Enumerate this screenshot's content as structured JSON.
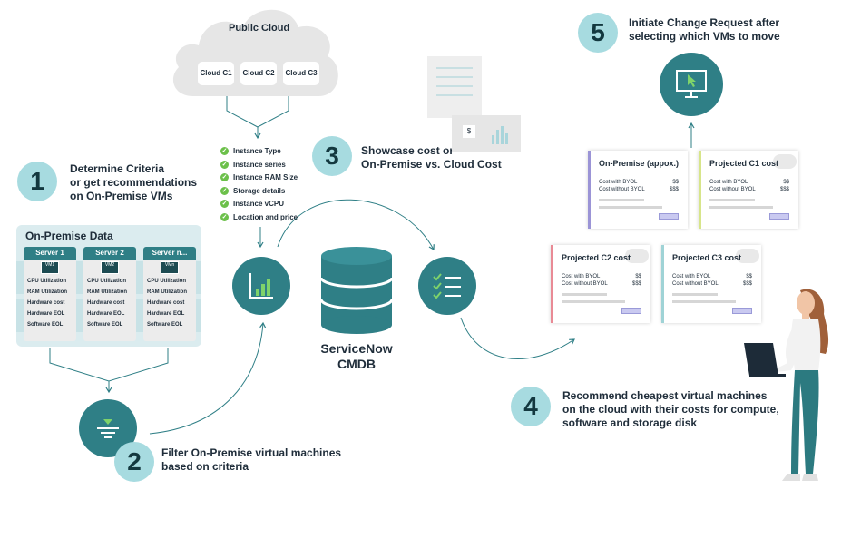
{
  "public_cloud": {
    "title": "Public Cloud",
    "clouds": [
      "Cloud C1",
      "Cloud C2",
      "Cloud C3"
    ]
  },
  "criteria_list": [
    "Instance Type",
    "Instance series",
    "Instance RAM Size",
    "Storage details",
    "Instance vCPU",
    "Location and price"
  ],
  "steps": [
    {
      "number": "1",
      "text_lines": [
        "Determine Criteria",
        "or get recommendations",
        "on On-Premise VMs"
      ]
    },
    {
      "number": "2",
      "text_lines": [
        "Filter On-Premise virtual machines",
        "based on criteria"
      ]
    },
    {
      "number": "3",
      "text_lines": [
        "Showcase cost or",
        "On-Premise vs. Cloud Cost"
      ]
    },
    {
      "number": "4",
      "text_lines": [
        "Recommend cheapest virtual machines",
        "on the cloud with their costs for compute,",
        "software and storage disk"
      ]
    },
    {
      "number": "5",
      "text_lines": [
        "Initiate Change Request after",
        "selecting which VMs to move"
      ]
    }
  ],
  "on_premise": {
    "title": "On-Premise Data",
    "servers": [
      {
        "name": "Server 1",
        "badge": "VM1"
      },
      {
        "name": "Server 2",
        "badge": "VM2"
      },
      {
        "name": "Server n...",
        "badge": "VMn"
      }
    ],
    "metrics": [
      "CPU Utilization",
      "RAM Utilization",
      "Hardware cost",
      "Hardware EOL",
      "Software EOL"
    ]
  },
  "cmdb": {
    "line1": "ServiceNow",
    "line2": "CMDB"
  },
  "cost_doc": {
    "dollar": "$"
  },
  "cost_cards": [
    {
      "title": "On-Premise (appox.)",
      "accent": "#9b94d6",
      "rows": [
        {
          "label": "Cost with BYOL",
          "value": "$$"
        },
        {
          "label": "Cost without BYOL",
          "value": "$$$"
        }
      ]
    },
    {
      "title": "Projected C1 cost",
      "accent": "#d7e58a",
      "rows": [
        {
          "label": "Cost with BYOL",
          "value": "$$"
        },
        {
          "label": "Cost without BYOL",
          "value": "$$$"
        }
      ]
    },
    {
      "title": "Projected C2 cost",
      "accent": "#e98a95",
      "rows": [
        {
          "label": "Cost with BYOL",
          "value": "$$"
        },
        {
          "label": "Cost without BYOL",
          "value": "$$$"
        }
      ]
    },
    {
      "title": "Projected C3 cost",
      "accent": "#9fd3d6",
      "rows": [
        {
          "label": "Cost with BYOL",
          "value": "$$"
        },
        {
          "label": "Cost without BYOL",
          "value": "$$$"
        }
      ]
    }
  ],
  "colors": {
    "teal": "#2f7f86",
    "light_teal": "#a7dbe0",
    "green_check": "#6cc04a"
  },
  "icons": [
    "chart-icon",
    "checklist-icon",
    "filter-icon",
    "monitor-cursor-icon",
    "database-icon",
    "cloud-icon",
    "person-laptop-icon"
  ]
}
